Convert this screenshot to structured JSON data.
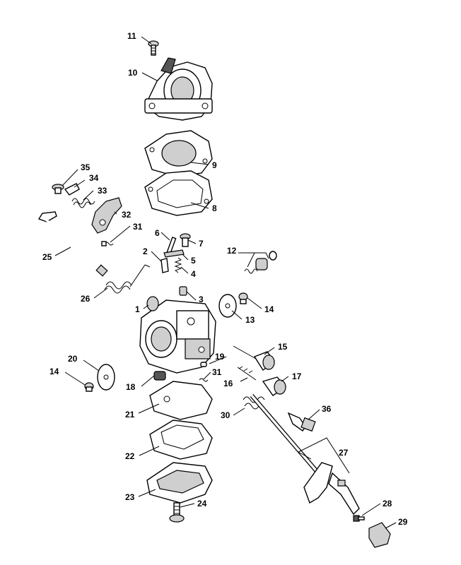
{
  "callouts": [
    {
      "id": "c1",
      "text": "1"
    },
    {
      "id": "c2",
      "text": "2"
    },
    {
      "id": "c3",
      "text": "3"
    },
    {
      "id": "c4",
      "text": "4"
    },
    {
      "id": "c5",
      "text": "5"
    },
    {
      "id": "c6",
      "text": "6"
    },
    {
      "id": "c7",
      "text": "7"
    },
    {
      "id": "c8",
      "text": "8"
    },
    {
      "id": "c9",
      "text": "9"
    },
    {
      "id": "c10",
      "text": "10"
    },
    {
      "id": "c11",
      "text": "11"
    },
    {
      "id": "c12",
      "text": "12"
    },
    {
      "id": "c13",
      "text": "13"
    },
    {
      "id": "c14a",
      "text": "14"
    },
    {
      "id": "c14b",
      "text": "14"
    },
    {
      "id": "c15",
      "text": "15"
    },
    {
      "id": "c16",
      "text": "16"
    },
    {
      "id": "c17",
      "text": "17"
    },
    {
      "id": "c18",
      "text": "18"
    },
    {
      "id": "c19",
      "text": "19"
    },
    {
      "id": "c20",
      "text": "20"
    },
    {
      "id": "c21",
      "text": "21"
    },
    {
      "id": "c22",
      "text": "22"
    },
    {
      "id": "c23",
      "text": "23"
    },
    {
      "id": "c24",
      "text": "24"
    },
    {
      "id": "c25",
      "text": "25"
    },
    {
      "id": "c26",
      "text": "26"
    },
    {
      "id": "c27",
      "text": "27"
    },
    {
      "id": "c28",
      "text": "28"
    },
    {
      "id": "c29",
      "text": "29"
    },
    {
      "id": "c30",
      "text": "30"
    },
    {
      "id": "c31a",
      "text": "31"
    },
    {
      "id": "c31b",
      "text": "31"
    },
    {
      "id": "c32",
      "text": "32"
    },
    {
      "id": "c33",
      "text": "33"
    },
    {
      "id": "c34",
      "text": "34"
    },
    {
      "id": "c35",
      "text": "35"
    },
    {
      "id": "c36",
      "text": "36"
    }
  ]
}
